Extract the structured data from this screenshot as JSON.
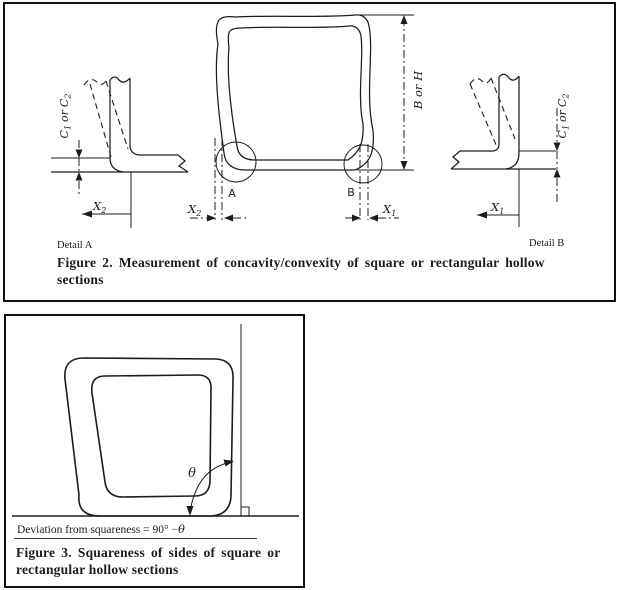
{
  "colors": {
    "ink": "#1c1c1c",
    "border": "#111111",
    "background": "#ffffff"
  },
  "figure2": {
    "detail_a_label": "Detail A",
    "detail_b_label": "Detail B",
    "caption_line1": "Figure 2. Measurement of concavity/convexity of square or rectangular hollow",
    "caption_line2": "sections",
    "c_label": {
      "c1": "C",
      "s1": "1",
      "or": "or",
      "c2": "C",
      "s2": "2"
    },
    "x1": {
      "base": "X",
      "sub": "1"
    },
    "x2": {
      "base": "X",
      "sub": "2"
    },
    "center": {
      "corner_a_label": "A",
      "corner_b_label": "B",
      "height_label": "B or H"
    }
  },
  "figure3": {
    "theta": "θ",
    "deviation_prefix": "Deviation from squareness = 90° −",
    "deviation_theta": "θ",
    "caption_line1": "Figure 3. Squareness of sides of square or",
    "caption_line2": "rectangular hollow sections"
  }
}
